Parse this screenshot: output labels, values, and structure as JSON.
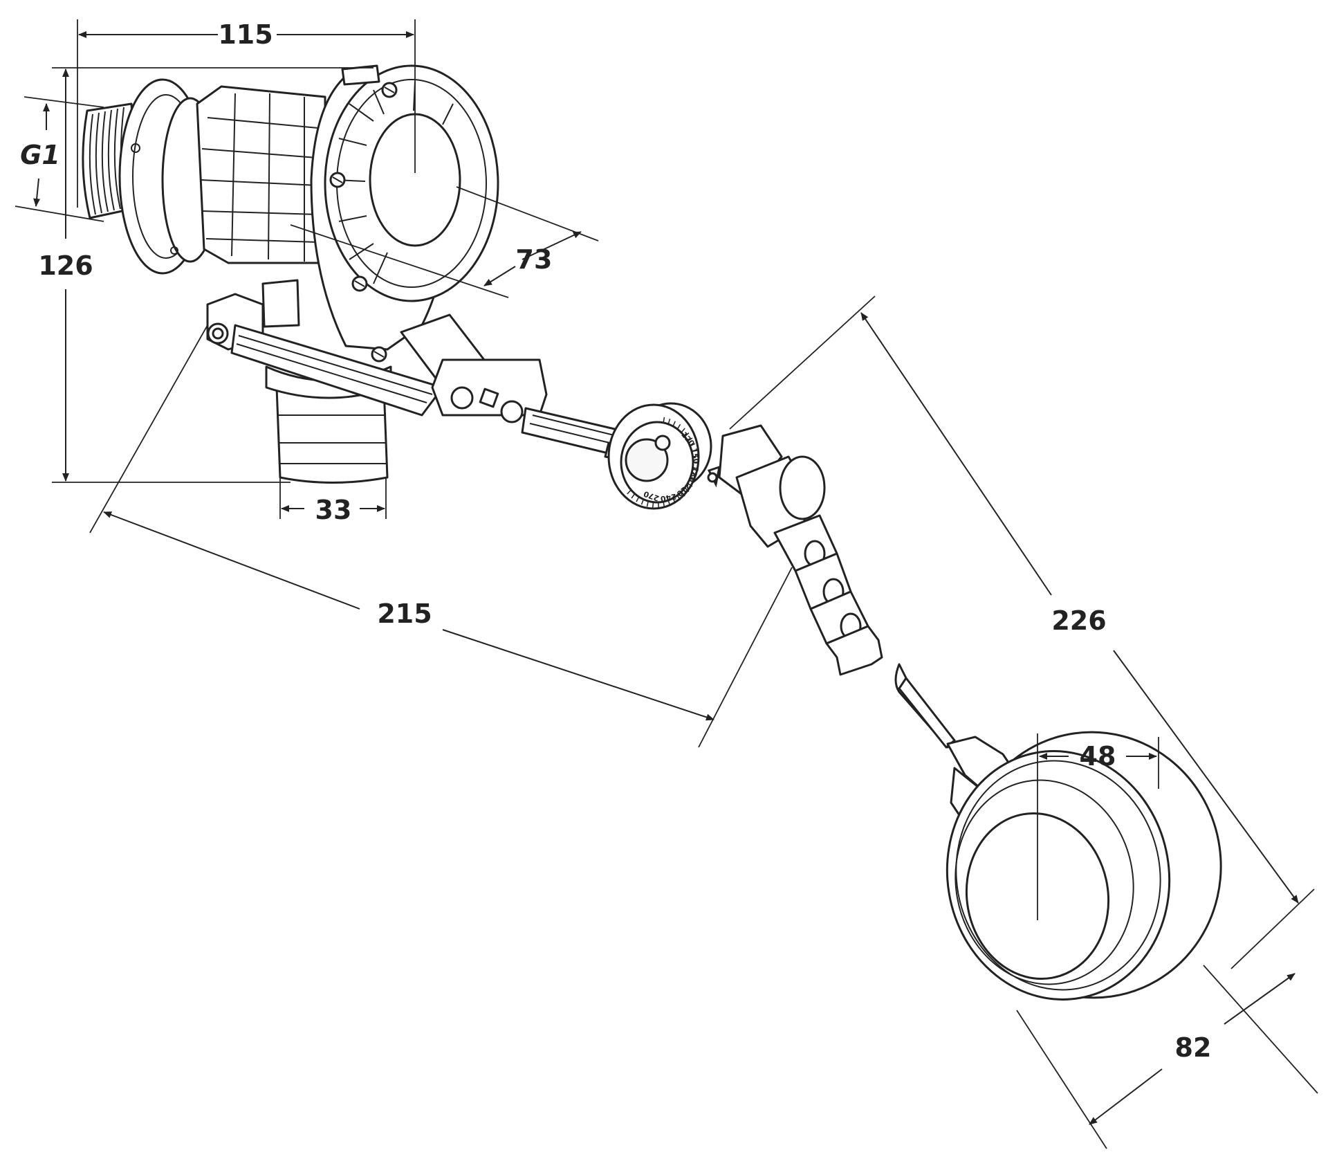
{
  "dimensions": {
    "width_top": "115",
    "thread": "G1",
    "height_left": "126",
    "depth_73": "73",
    "outlet": "33",
    "arm_reach": "215",
    "float_arm": "226",
    "float_depth": "48",
    "float_diameter": "82"
  },
  "dial": {
    "marks": [
      "120",
      "150",
      "180",
      "210",
      "240",
      "270"
    ]
  }
}
